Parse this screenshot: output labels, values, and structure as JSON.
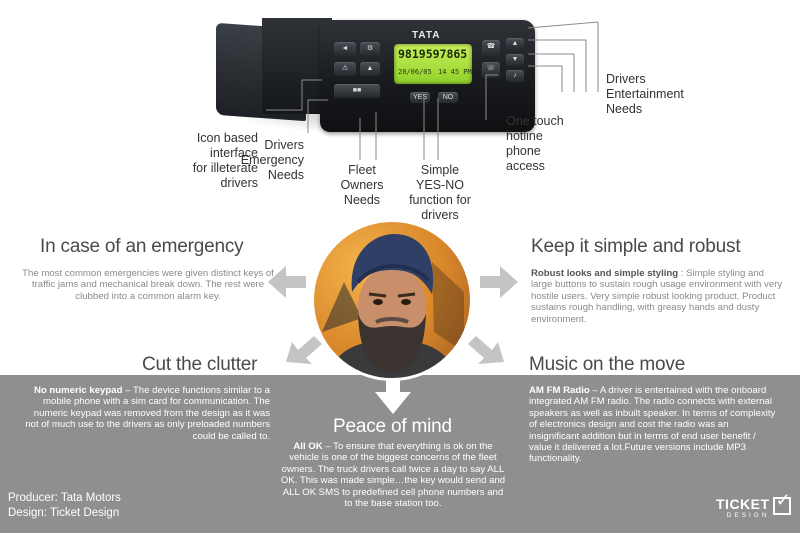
{
  "device": {
    "brand": "TATA",
    "lcd_number": "9819597865",
    "lcd_status": "20/06/05",
    "lcd_status2": "14 45 PM",
    "btn_yes": "YES",
    "btn_no": "NO"
  },
  "callouts": {
    "icon_interface": "Icon based\ninterface\nfor illeterate\ndrivers",
    "drivers_emergency": "Drivers\nEmergency\nNeeds",
    "fleet_owners": "Fleet\nOwners\nNeeds",
    "yes_no": "Simple\nYES-NO\nfunction for\ndrivers",
    "hotline": "One touch\nhotline\nphone\naccess",
    "entertainment": "Drivers\nEntertainment\nNeeds"
  },
  "sections": {
    "emergency": {
      "title": "In case of an emergency",
      "text": "The most common emergencies were given distinct keys of traffic jams and mechanical break down. The rest were clubbed into a common alarm key."
    },
    "simple": {
      "title": "Keep it simple and robust",
      "lead": "Robust looks and simple styling",
      "text": " : Simple styling and large buttons to sustain rough usage environment with very hostile users. Very simple robust looking product. Product sustains rough handling, with greasy hands and dusty environment."
    },
    "clutter": {
      "title": "Cut the clutter",
      "lead": "No numeric keypad",
      "text": " – The device functions similar to a mobile phone with a sim card for communication. The numeric keypad was removed from the design as it was not of much use to the drivers as only preloaded numbers could be called to."
    },
    "music": {
      "title": "Music on the move",
      "lead": "AM FM Radio",
      "text": " – A driver is entertained with the onboard integrated AM FM radio. The radio connects with external speakers as well as inbuilt speaker. In terms of complexity of electronics design and cost the radio was an insignificant addition but in terms of end user benefit / value it delivered a lot.Future versions include MP3 functionality."
    },
    "peace": {
      "title": "Peace of mind",
      "lead": "All OK",
      "text": "  – To ensure that everything is ok on the vehicle is one of the biggest concerns of the fleet owners. The truck drivers call twice a day to say ALL OK. This was made simple…the key would send and ALL OK SMS to predefined cell phone numbers and to the base station too."
    }
  },
  "footer": {
    "producer": "Producer: Tata Motors",
    "design": "Design: Ticket Design"
  },
  "logo": {
    "word": "TICKET",
    "sub": "DESIGN"
  },
  "colors": {
    "band": "#8f8f8f",
    "arrow": "#c4c4c4",
    "lcd": "#b7e64a"
  }
}
